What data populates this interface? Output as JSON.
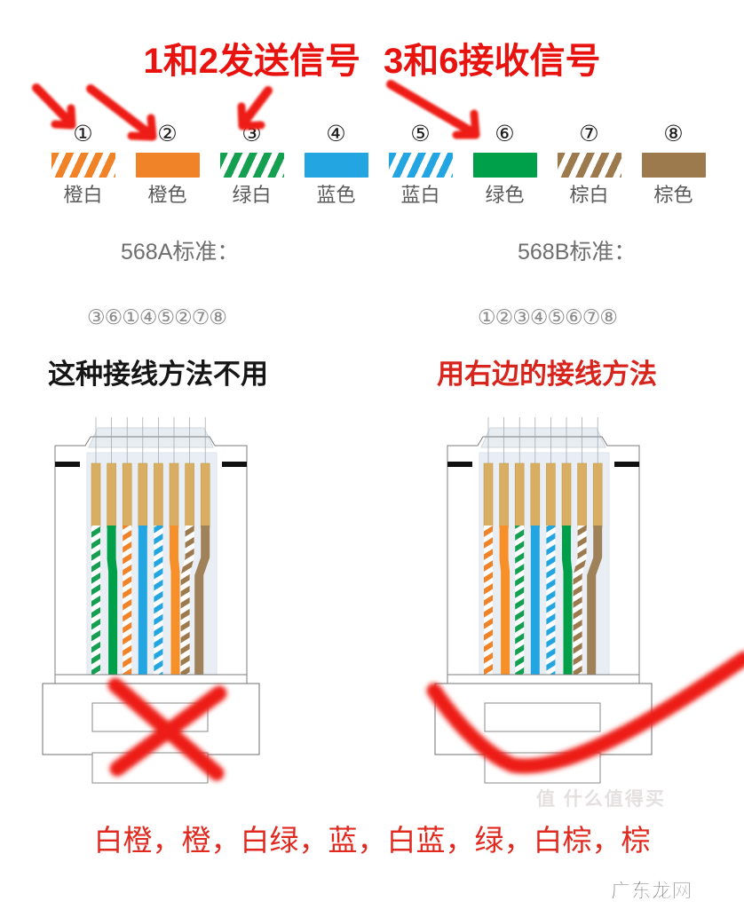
{
  "headline": {
    "left_text": "1和2发送信号",
    "right_text": "3和6接收信号",
    "color": "#e8120f"
  },
  "legend": {
    "pins": [
      {
        "number": "①",
        "label": "橙白",
        "color": "#F08228",
        "striped": true
      },
      {
        "number": "②",
        "label": "橙色",
        "color": "#F08228",
        "striped": false
      },
      {
        "number": "③",
        "label": "绿白",
        "color": "#14A050",
        "striped": true
      },
      {
        "number": "④",
        "label": "蓝色",
        "color": "#22A5E0",
        "striped": false
      },
      {
        "number": "⑤",
        "label": "蓝白",
        "color": "#22A5E0",
        "striped": true
      },
      {
        "number": "⑥",
        "label": "绿色",
        "color": "#00A04A",
        "striped": false
      },
      {
        "number": "⑦",
        "label": "棕白",
        "color": "#9C7A4E",
        "striped": true
      },
      {
        "number": "⑧",
        "label": "棕色",
        "color": "#9C7A4E",
        "striped": false
      }
    ]
  },
  "standards": {
    "a_caption": "568A标准：",
    "b_caption": "568B标准：",
    "a_pin_order": "③⑥①④⑤②⑦⑧",
    "b_pin_order": "①②③④⑤⑥⑦⑧"
  },
  "annotations": {
    "left": "这种接线方法不用",
    "right": "用右边的接线方法",
    "left_color": "#161616",
    "right_color": "#d7241d"
  },
  "connectors": {
    "left": {
      "standard": "568A",
      "wires": [
        {
          "pin": "3",
          "name": "绿白",
          "color": "#14A050",
          "striped": true
        },
        {
          "pin": "6",
          "name": "绿色",
          "color": "#00A04A",
          "striped": false
        },
        {
          "pin": "1",
          "name": "橙白",
          "color": "#F08228",
          "striped": true
        },
        {
          "pin": "4",
          "name": "蓝色",
          "color": "#22A5E0",
          "striped": false
        },
        {
          "pin": "5",
          "name": "蓝白",
          "color": "#22A5E0",
          "striped": true
        },
        {
          "pin": "2",
          "name": "橙色",
          "color": "#F79029",
          "striped": false
        },
        {
          "pin": "7",
          "name": "棕白",
          "color": "#9C7A4E",
          "striped": true
        },
        {
          "pin": "8",
          "name": "棕色",
          "color": "#A0825A",
          "striped": false
        }
      ],
      "marker": "red-cross"
    },
    "right": {
      "standard": "568B",
      "wires": [
        {
          "pin": "1",
          "name": "橙白",
          "color": "#F08228",
          "striped": true
        },
        {
          "pin": "2",
          "name": "橙色",
          "color": "#F79029",
          "striped": false
        },
        {
          "pin": "3",
          "name": "绿白",
          "color": "#14A050",
          "striped": true
        },
        {
          "pin": "4",
          "name": "蓝色",
          "color": "#22A5E0",
          "striped": false
        },
        {
          "pin": "5",
          "name": "蓝白",
          "color": "#22A5E0",
          "striped": true
        },
        {
          "pin": "6",
          "name": "绿色",
          "color": "#00A04A",
          "striped": false
        },
        {
          "pin": "7",
          "name": "棕白",
          "color": "#9C7A4E",
          "striped": true
        },
        {
          "pin": "8",
          "name": "棕色",
          "color": "#A0825A",
          "striped": false
        }
      ],
      "marker": "red-check"
    },
    "contact_color": "#D9AE62",
    "body_fill": "#EDF1F5"
  },
  "bottom_caption": "白橙，橙，白绿，蓝，白蓝，绿，白棕，棕",
  "watermarks": {
    "center": "值 什么值得买",
    "corner": "广东龙网"
  },
  "markers": {
    "arrow_color": "#EE1C15",
    "arrow_targets": [
      "①",
      "②",
      "③",
      "⑥"
    ]
  }
}
